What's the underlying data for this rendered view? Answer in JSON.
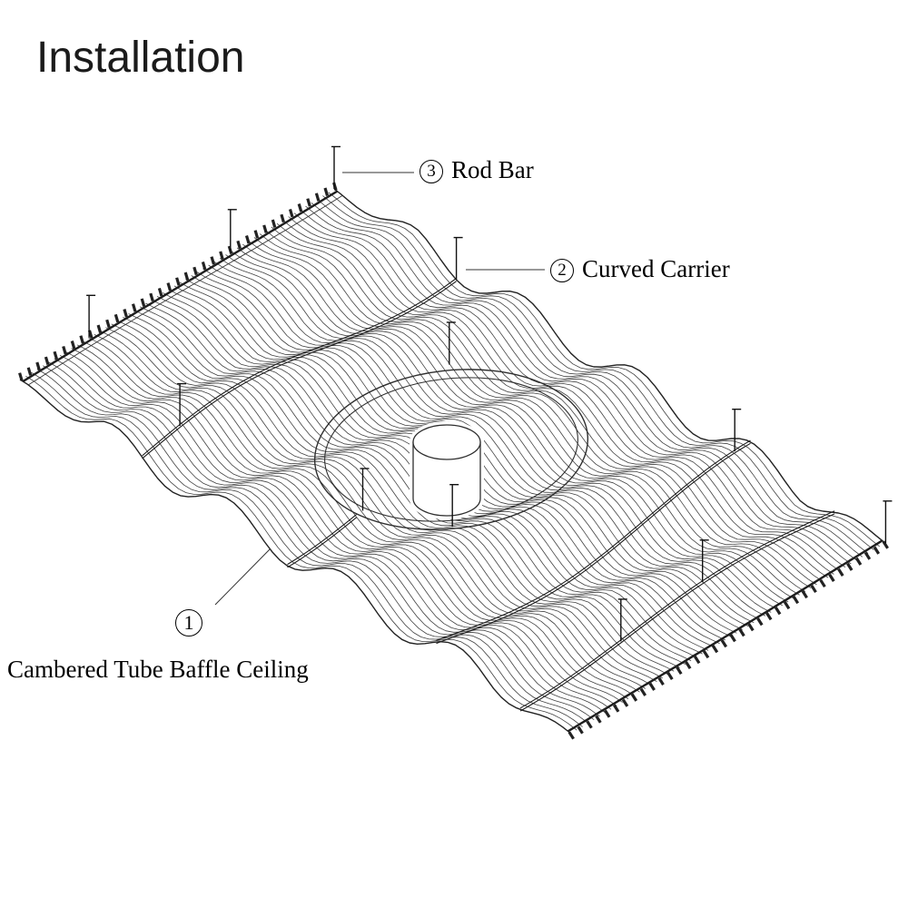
{
  "title": "Installation",
  "labels": {
    "rod_bar": {
      "num": "3",
      "text": "Rod Bar"
    },
    "curved_carrier": {
      "num": "2",
      "text": "Curved Carrier"
    },
    "ceiling": {
      "num": "1",
      "text": "Cambered Tube Baffle Ceiling"
    }
  },
  "parts": [
    {
      "number": "1",
      "name": "Cambered Tube Baffle Ceiling"
    },
    {
      "number": "2",
      "name": "Curved Carrier"
    },
    {
      "number": "3",
      "name": "Rod Bar"
    }
  ],
  "colors": {
    "background": "#ffffff",
    "line": "#333333",
    "text": "#000000"
  }
}
